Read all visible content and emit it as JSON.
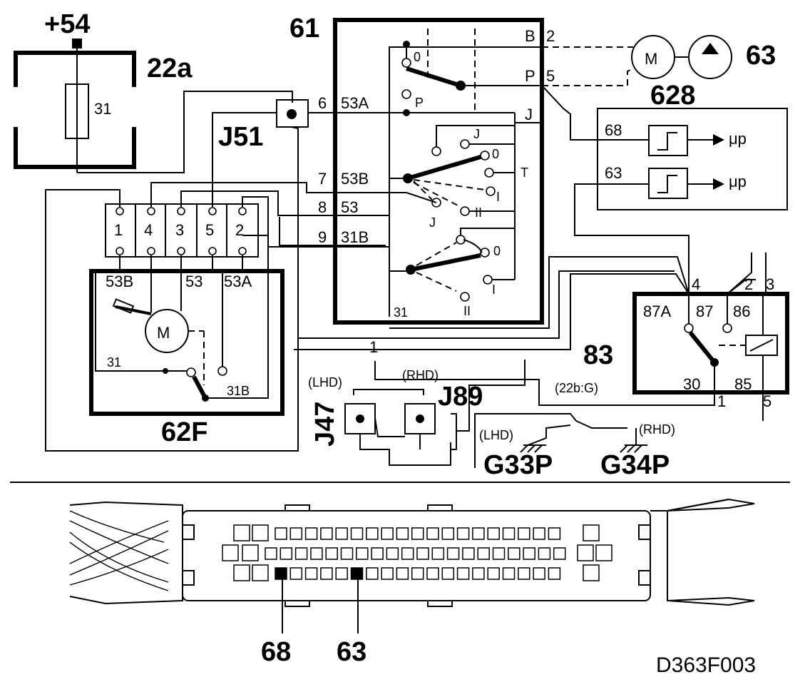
{
  "figure_code": "D363F003",
  "labels": {
    "plus54": "+54",
    "c22a": "22a",
    "fuse": "31",
    "c61": "61",
    "c62f": "62F",
    "j51": "J51",
    "c63": "63",
    "c628": "628",
    "c83": "83",
    "c83_ref": "(22b:G)",
    "j47": "J47",
    "j89": "J89",
    "g33p": "G33P",
    "g34p": "G34P",
    "lhd": "(LHD)",
    "rhd": "(RHD)",
    "motor": "M",
    "up": "μp",
    "pin68": "68",
    "pin63": "63"
  },
  "switch61": {
    "terminals": [
      {
        "num": "6",
        "name": "53A"
      },
      {
        "num": "7",
        "name": "53B"
      },
      {
        "num": "8",
        "name": "53"
      },
      {
        "num": "9",
        "name": "31B"
      }
    ],
    "top_right": [
      {
        "letter": "B",
        "num": "2"
      },
      {
        "letter": "P",
        "num": "5"
      }
    ],
    "j_label": "J",
    "positions": [
      "0",
      "P",
      "J",
      "0",
      "T",
      "I",
      "II",
      "J",
      "0",
      "I",
      "II"
    ],
    "bottom": "31"
  },
  "connector62f": {
    "pins": [
      "1",
      "4",
      "3",
      "5",
      "2"
    ],
    "motor_terms": [
      "53B",
      "53",
      "53A"
    ],
    "ground": "31",
    "park": "31B"
  },
  "ecu628": {
    "inputs": [
      "68",
      "63"
    ]
  },
  "relay83": {
    "top_pins": [
      "4",
      "2",
      "3"
    ],
    "contacts": [
      "87A",
      "87",
      "86"
    ],
    "bottom_terms": [
      "30",
      "85"
    ],
    "bottom_pins": [
      "1",
      "5"
    ],
    "wire_label": "1"
  }
}
